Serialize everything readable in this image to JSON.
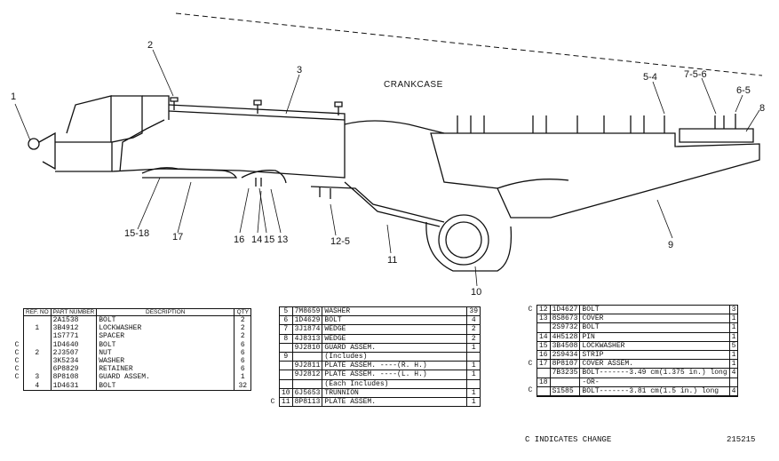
{
  "drawing": {
    "label": "CRANKCASE",
    "callouts": [
      "1",
      "2",
      "3",
      "5-4",
      "7-5-6",
      "6-5",
      "8",
      "9",
      "10",
      "11",
      "12-5",
      "13",
      "14",
      "15",
      "16",
      "17",
      "15-18"
    ]
  },
  "tables": {
    "t1": {
      "headers": {
        "ref": "REF. NO",
        "part": "PART NUMBER",
        "desc": "DESCRIPTION",
        "qty": "QTY"
      },
      "rows": [
        {
          "c": "",
          "ref": "",
          "part": "2A1538",
          "desc": "BOLT",
          "qty": "2"
        },
        {
          "c": "",
          "ref": "1",
          "part": "3B4912",
          "desc": "LOCKWASHER",
          "qty": "2"
        },
        {
          "c": "",
          "ref": "",
          "part": "1S7771",
          "desc": "SPACER",
          "qty": "2"
        },
        {
          "c": "C",
          "ref": "",
          "part": "1D4640",
          "desc": "BOLT",
          "qty": "6"
        },
        {
          "c": "C",
          "ref": "2",
          "part": "2J3507",
          "desc": "NUT",
          "qty": "6"
        },
        {
          "c": "C",
          "ref": "",
          "part": "3K5234",
          "desc": "WASHER",
          "qty": "6"
        },
        {
          "c": "C",
          "ref": "",
          "part": "6P8829",
          "desc": "RETAINER",
          "qty": "6"
        },
        {
          "c": "C",
          "ref": "3",
          "part": "8P8108",
          "desc": "GUARD ASSEM.",
          "qty": "1"
        },
        {
          "c": "",
          "ref": "4",
          "part": "1D4631",
          "desc": "BOLT",
          "qty": "32"
        }
      ]
    },
    "t2": {
      "rows": [
        {
          "c": "",
          "ref": "5",
          "part": "7M8659",
          "desc": "WASHER",
          "qty": "39"
        },
        {
          "c": "",
          "ref": "6",
          "part": "1D4629",
          "desc": "BOLT",
          "qty": "4"
        },
        {
          "c": "",
          "ref": "7",
          "part": "3J1874",
          "desc": "WEDGE",
          "qty": "2"
        },
        {
          "c": "",
          "ref": "8",
          "part": "4J8313",
          "desc": "WEDGE",
          "qty": "2"
        },
        {
          "c": "",
          "ref": "",
          "part": "9J2810",
          "desc": "GUARD ASSEM.",
          "qty": "1"
        },
        {
          "c": "",
          "ref": "9",
          "part": "",
          "desc": "(Includes)",
          "qty": ""
        },
        {
          "c": "",
          "ref": "",
          "part": "9J2811",
          "desc": "PLATE ASSEM. ----(R. H.)",
          "qty": "1"
        },
        {
          "c": "",
          "ref": "",
          "part": "9J2812",
          "desc": "PLATE ASSEM. ----(L. H.)",
          "qty": "1"
        },
        {
          "c": "",
          "ref": "",
          "part": "",
          "desc": "(Each Includes)",
          "qty": ""
        },
        {
          "c": "",
          "ref": "10",
          "part": "6J5653",
          "desc": "TRUNNION",
          "qty": "1"
        },
        {
          "c": "C",
          "ref": "11",
          "part": "8P8113",
          "desc": "PLATE ASSEM.",
          "qty": "1"
        }
      ]
    },
    "t3": {
      "rows": [
        {
          "c": "C",
          "ref": "12",
          "part": "1D4627",
          "desc": "BOLT",
          "qty": "3"
        },
        {
          "c": "",
          "ref": "13",
          "part": "8S8673",
          "desc": "COVER",
          "qty": "1"
        },
        {
          "c": "",
          "ref": "",
          "part": "2S9732",
          "desc": "BOLT",
          "qty": "1"
        },
        {
          "c": "",
          "ref": "14",
          "part": "4H5128",
          "desc": "PIN",
          "qty": "1"
        },
        {
          "c": "",
          "ref": "15",
          "part": "3B4508",
          "desc": "LOCKWASHER",
          "qty": "5"
        },
        {
          "c": "",
          "ref": "16",
          "part": "2S9434",
          "desc": "STRIP",
          "qty": "1"
        },
        {
          "c": "C",
          "ref": "17",
          "part": "8P8107",
          "desc": "COVER ASSEM.",
          "qty": "1"
        },
        {
          "c": "",
          "ref": "",
          "part": "7B3235",
          "desc": "BOLT-------3.49 cm(1.375 in.) long",
          "qty": "4"
        },
        {
          "c": "",
          "ref": "18",
          "part": "",
          "desc": "-OR-",
          "qty": ""
        },
        {
          "c": "C",
          "ref": "",
          "part": "S1585",
          "desc": "BOLT-------3.81 cm(1.5 in.) long",
          "qty": "4"
        },
        {
          "c": "",
          "ref": "",
          "part": "",
          "desc": "",
          "qty": ""
        }
      ]
    }
  },
  "footer": {
    "change_note": "C INDICATES CHANGE",
    "illustration_number": "215215"
  }
}
